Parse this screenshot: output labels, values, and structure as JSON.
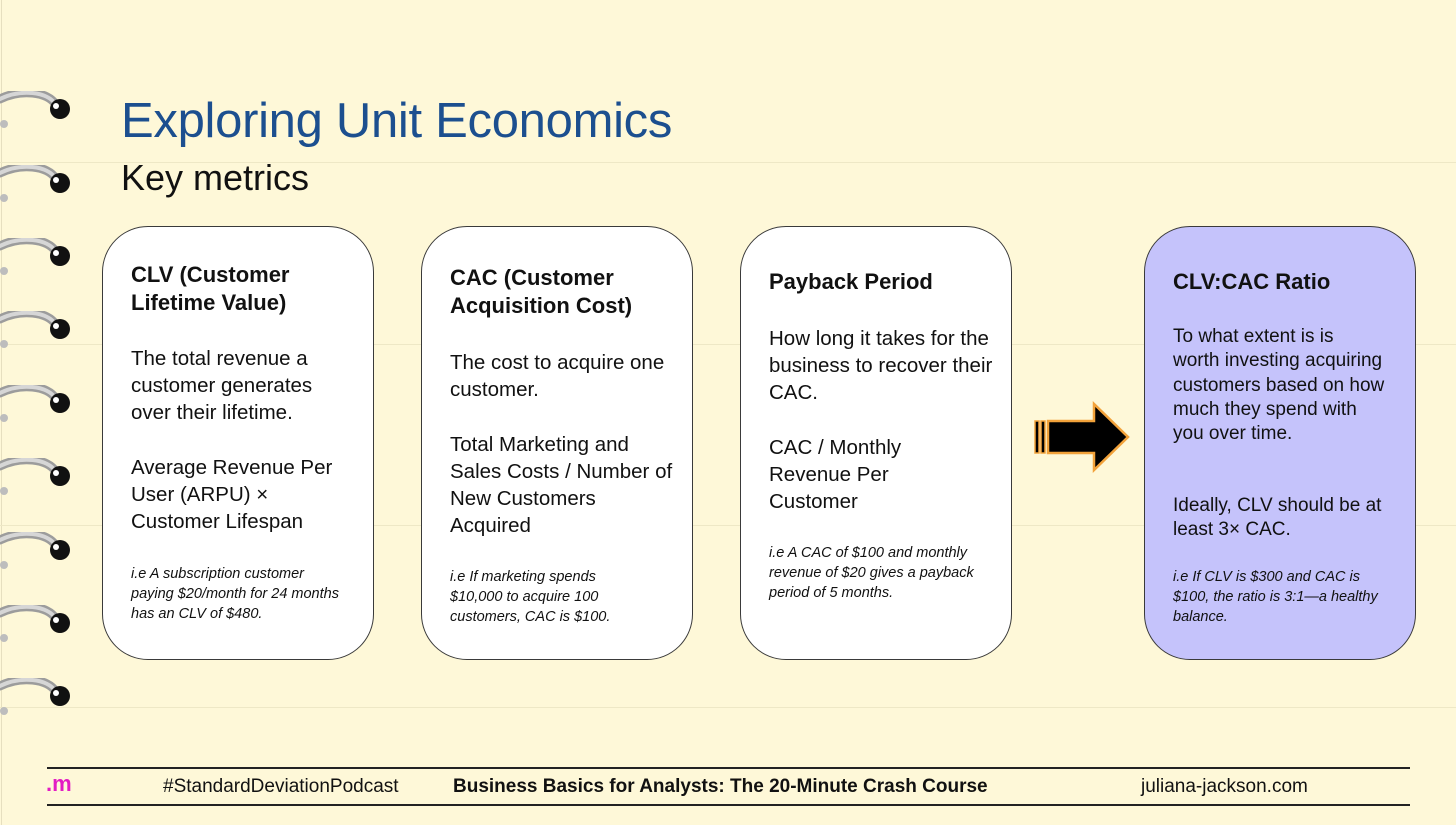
{
  "slide": {
    "title": "Exploring Unit Economics",
    "subtitle": "Key metrics"
  },
  "cards": [
    {
      "title": "CLV (Customer Lifetime Value)",
      "definition": "The total revenue a customer generates over their lifetime.",
      "formula": "Average Revenue Per User (ARPU) × Customer Lifespan",
      "example": "i.e A subscription customer paying $20/month for 24 months has an CLV of $480."
    },
    {
      "title": "CAC (Customer Acquisition Cost)",
      "definition": "The cost to acquire one customer.",
      "formula": "Total Marketing and Sales Costs / Number of New Customers Acquired",
      "example": "i.e If marketing spends $10,000 to acquire 100 customers, CAC is $100."
    },
    {
      "title": "Payback Period",
      "definition": "How long it takes for the business to recover their CAC.",
      "formula": "CAC / Monthly Revenue Per Customer",
      "example": "i.e A CAC of $100 and monthly revenue of $20 gives a payback period of 5 months."
    },
    {
      "title": "CLV:CAC Ratio",
      "definition": "To what extent is is worth investing acquiring customers based on how much they spend with you over time.",
      "formula": "Ideally, CLV should be at least 3× CAC.",
      "example": "i.e If CLV is $300 and CAC is $100, the ratio is 3:1—a healthy balance."
    }
  ],
  "footer": {
    "logo": ".m",
    "hashtag": "#StandardDeviationPodcast",
    "course": "Business Basics for Analysts: The 20-Minute Crash Course",
    "website": "juliana-jackson.com"
  },
  "colors": {
    "background": "#fef8d8",
    "title": "#1c4f8f",
    "highlight_card": "#c5c3fb",
    "logo": "#e31cc4",
    "arrow_outline": "#f2a23a"
  },
  "icons": {
    "arrow": "right-arrow-icon",
    "binding": "spiral-binding-ring"
  }
}
